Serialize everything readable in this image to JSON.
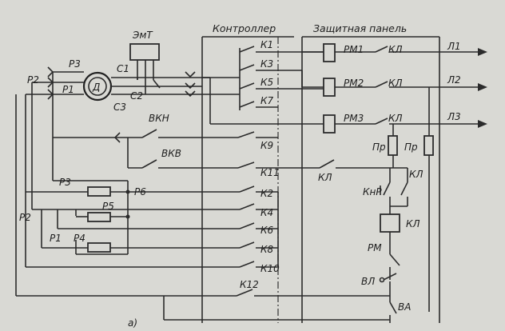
{
  "headers": {
    "controller": "Контроллер",
    "panel": "Защитная панель"
  },
  "motor": {
    "label": "Д"
  },
  "brake": {
    "label": "ЭмТ"
  },
  "terminals": {
    "c1": "С1",
    "c2": "С2",
    "c3": "С3"
  },
  "rotor_labels": {
    "p1_top": "Р1",
    "p2_top": "Р2",
    "p3_top": "Р3",
    "p1_bottom": "Р1",
    "p2_bottom": "Р2",
    "p3_bottom": "Р3",
    "p4": "Р4",
    "p5": "Р5",
    "p6": "Р6"
  },
  "limit_switches": {
    "up": "ВКН",
    "down": "ВКВ"
  },
  "controller_contacts": [
    "К1",
    "К3",
    "К5",
    "К7",
    "К9",
    "К11",
    "К2",
    "К4",
    "К6",
    "К8",
    "К10",
    "К12"
  ],
  "relays": {
    "rm1": "РМ1",
    "rm2": "РМ2",
    "rm3": "РМ3",
    "kl": "КЛ"
  },
  "lines": [
    "Л1",
    "Л2",
    "Л3"
  ],
  "fuses": {
    "left": "Пр",
    "right": "Пр"
  },
  "control": {
    "knr": "КнР",
    "kl_hold": "КЛ",
    "kl_coil": "КЛ",
    "rm": "РМ",
    "vl": "ВЛ",
    "va": "ВА",
    "kl_ctrl": "КЛ"
  },
  "caption": "а)"
}
